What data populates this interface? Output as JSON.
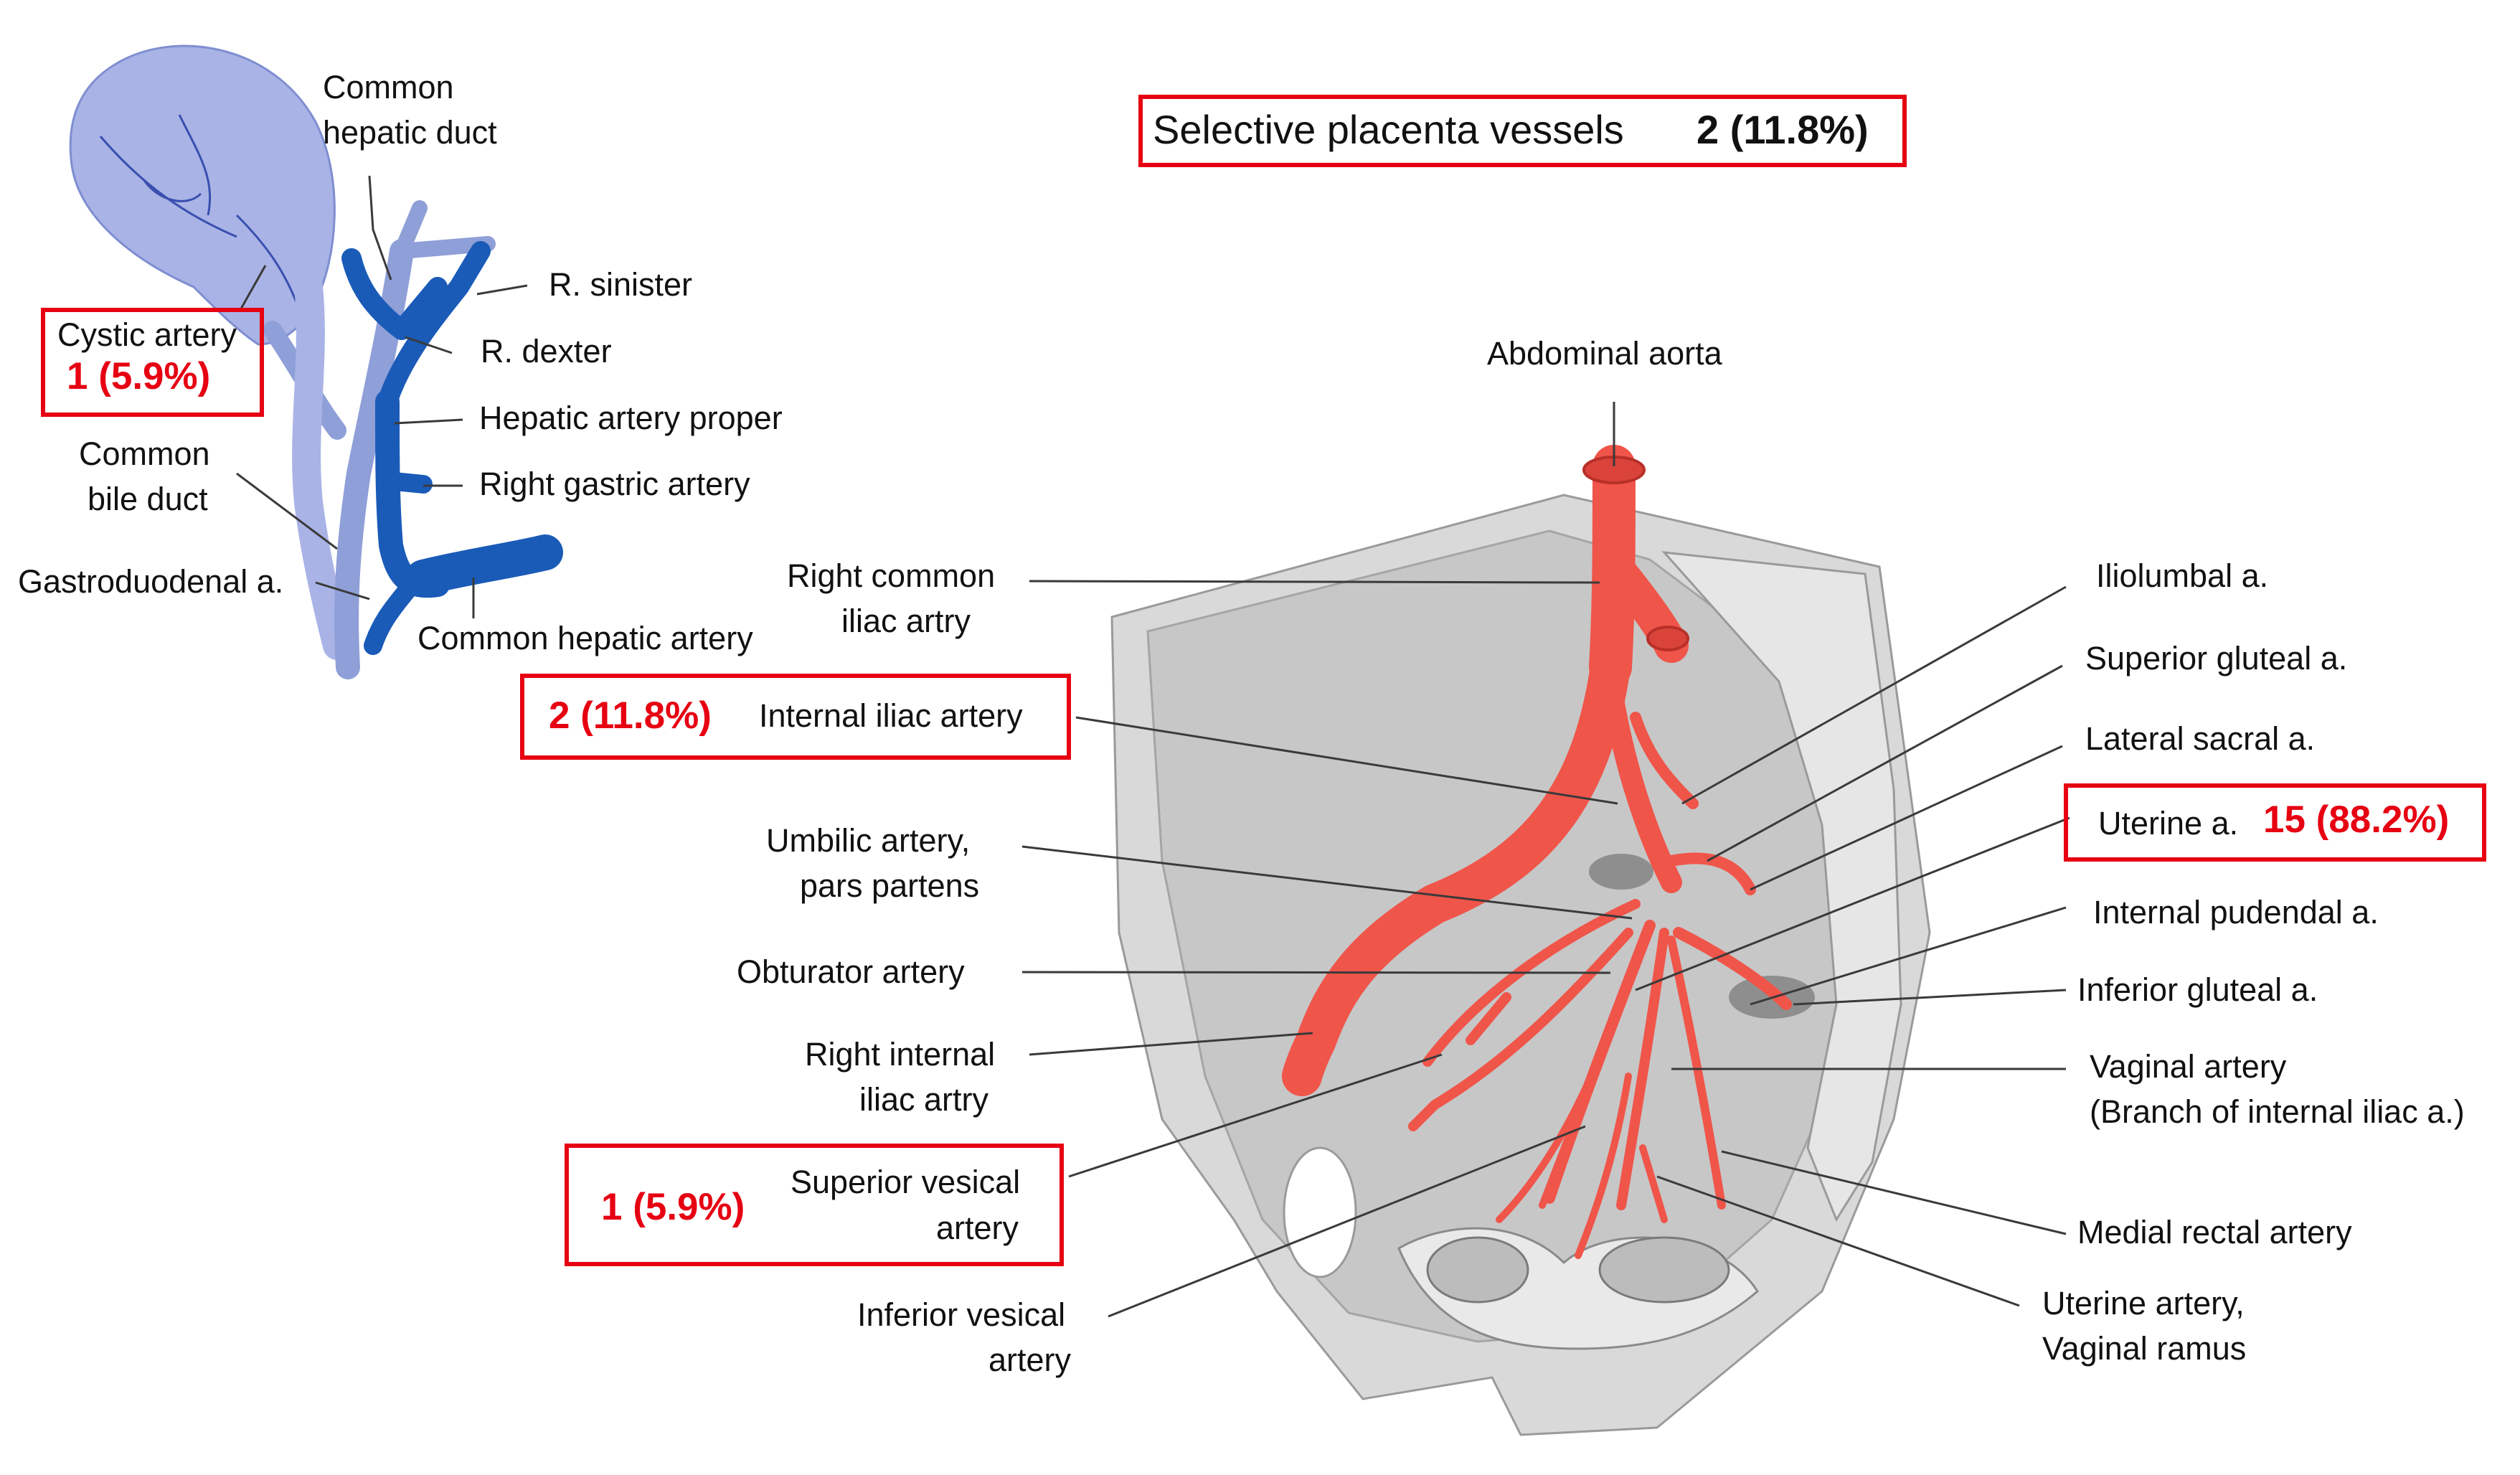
{
  "colors": {
    "highlight_red": "#e60012",
    "artery_red": "#f0554a",
    "hepatic_blue": "#1a5bb8",
    "duct_blue": "#8f9fd8",
    "gallbladder": "#a9b3e6",
    "pelvis_gray": "#d9d9d9",
    "label_text": "#111111"
  },
  "title_box": {
    "label": "Selective placenta vessels",
    "stat": "2 (11.8%)"
  },
  "hepatic_panel": {
    "labels": {
      "common_hepatic_duct_1": "Common",
      "common_hepatic_duct_2": "hepatic duct",
      "r_sinister": "R. sinister",
      "r_dexter": "R. dexter",
      "hepatic_artery_proper": "Hepatic artery proper",
      "right_gastric_artery": "Right gastric artery",
      "common_hepatic_artery": "Common hepatic artery",
      "common_bile_duct_1": "Common",
      "common_bile_duct_2": "bile duct",
      "gastroduodenal": "Gastroduodenal a."
    },
    "cystic_box": {
      "label": "Cystic artery",
      "stat": "1 (5.9%)"
    }
  },
  "pelvic_panel": {
    "labels": {
      "abdominal_aorta": "Abdominal aorta",
      "right_common_iliac_1": "Right common",
      "right_common_iliac_2": "iliac artry",
      "umbilic_1": "Umbilic artery,",
      "umbilic_2": "pars partens",
      "obturator": "Obturator artery",
      "right_internal_iliac_1": "Right internal",
      "right_internal_iliac_2": "iliac artry",
      "inferior_vesical_1": "Inferior vesical",
      "inferior_vesical_2": "artery",
      "iliolumbal": "Iliolumbal a.",
      "superior_gluteal": "Superior gluteal a.",
      "lateral_sacral": "Lateral sacral a.",
      "internal_pudendal": "Internal pudendal a.",
      "inferior_gluteal": "Inferior gluteal a.",
      "vaginal_artery_1": "Vaginal artery",
      "vaginal_artery_2": "(Branch of internal iliac a.)",
      "medial_rectal": "Medial rectal artery",
      "uterine_vaginal_ramus_1": "Uterine artery,",
      "uterine_vaginal_ramus_2": "Vaginal ramus"
    },
    "internal_iliac_box": {
      "stat": "2 (11.8%)",
      "label": "Internal iliac artery"
    },
    "superior_vesical_box": {
      "stat": "1 (5.9%)",
      "label_1": "Superior vesical",
      "label_2": "artery"
    },
    "uterine_box": {
      "label": "Uterine a.",
      "stat": "15 (88.2%)"
    }
  }
}
